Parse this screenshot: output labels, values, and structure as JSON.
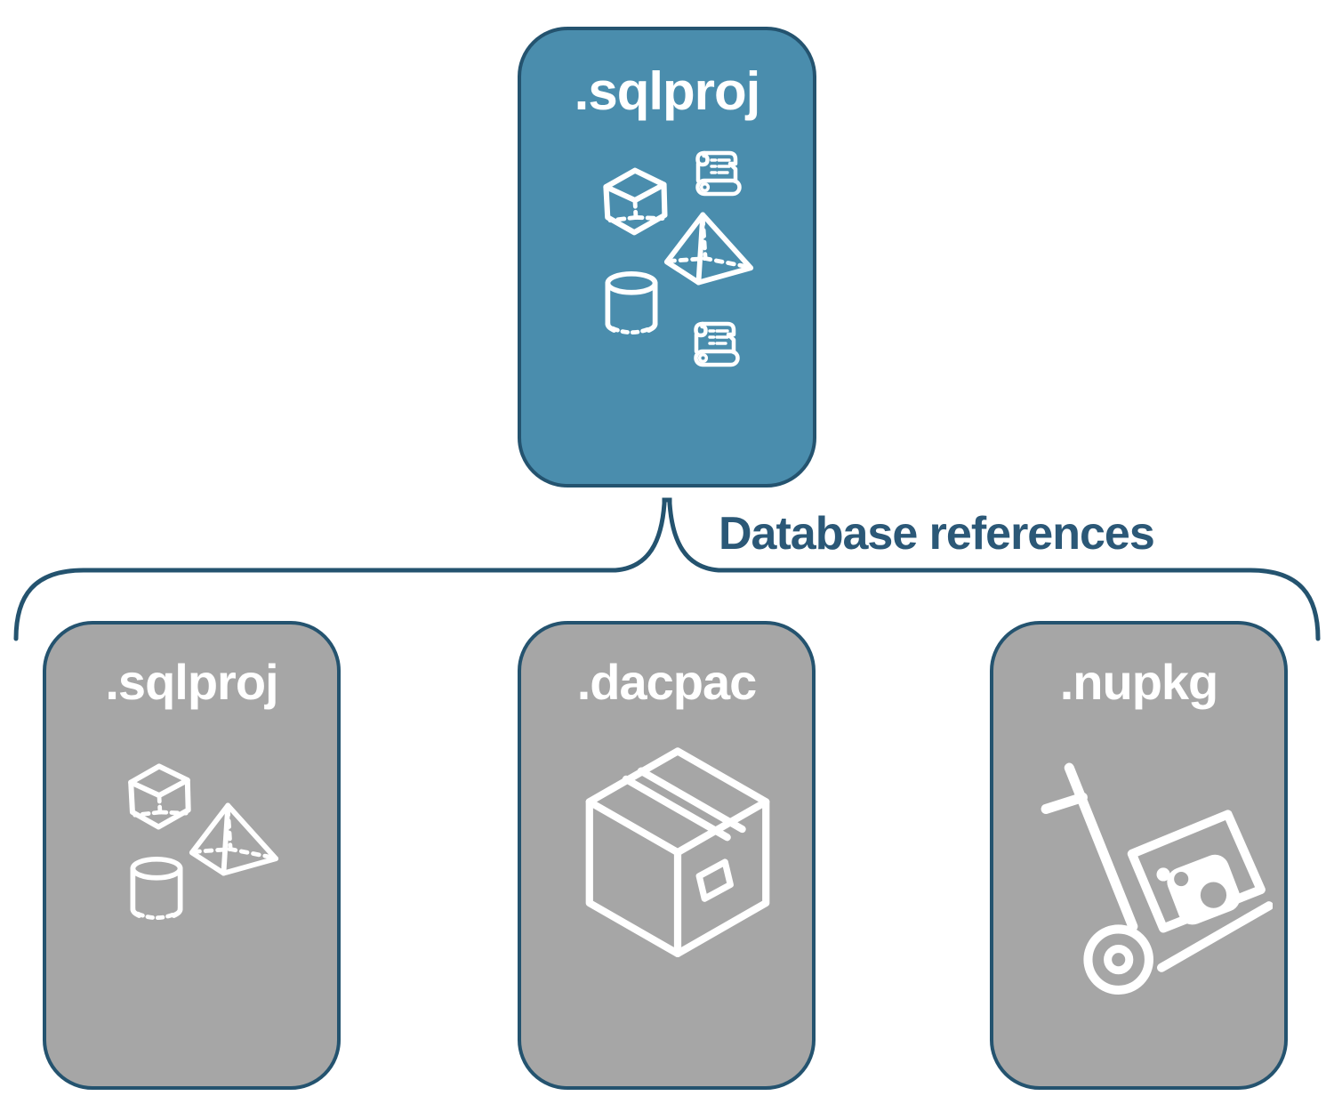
{
  "nodes": {
    "source": {
      "label": ".sqlproj"
    },
    "targets": [
      {
        "label": ".sqlproj"
      },
      {
        "label": ".dacpac"
      },
      {
        "label": ".nupkg"
      }
    ]
  },
  "connector": {
    "label": "Database references"
  },
  "icons": {
    "source_node": [
      "cube-icon",
      "scroll-icon",
      "pyramid-icon",
      "cylinder-icon",
      "scroll-icon"
    ],
    "target_sqlproj": [
      "cube-icon",
      "pyramid-icon",
      "cylinder-icon"
    ],
    "target_dacpac": [
      "package-icon"
    ],
    "target_nupkg": [
      "hand-truck-icon"
    ]
  },
  "colors": {
    "source_node_fill": "#4A8DAD",
    "target_node_fill": "#A6A6A6",
    "node_border": "#24536F",
    "brace_stroke": "#24536F",
    "connector_label_text": "#2B5877",
    "icon_stroke": "#FFFFFF",
    "background": "#FFFFFF"
  }
}
